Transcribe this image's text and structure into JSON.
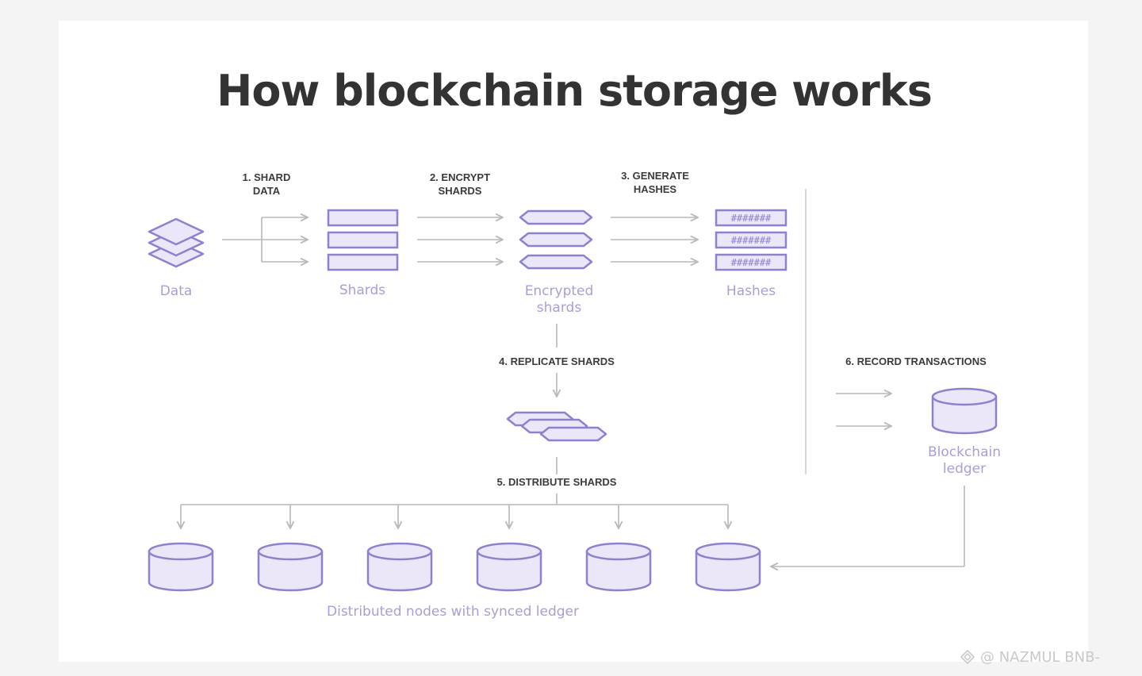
{
  "diagram": {
    "title": "How blockchain storage works",
    "steps": {
      "shard": [
        "1. SHARD",
        "DATA"
      ],
      "encrypt": [
        "2. ENCRYPT",
        "SHARDS"
      ],
      "hash": [
        "3. GENERATE",
        "HASHES"
      ],
      "replicate": "4. REPLICATE SHARDS",
      "distribute": "5. DISTRIBUTE SHARDS",
      "record": "6. RECORD TRANSACTIONS"
    },
    "labels": {
      "data": "Data",
      "shards": "Shards",
      "encrypted": [
        "Encrypted",
        "shards"
      ],
      "hashes": "Hashes",
      "ledger": [
        "Blockchain",
        "ledger"
      ],
      "nodes": "Distributed nodes with synced ledger"
    },
    "hash_text": "#######",
    "colors": {
      "accent": "#8f80d0",
      "fill": "#ebe7f8",
      "line": "#b8b8b8",
      "title": "#333333",
      "step": "#3b3b3b"
    }
  },
  "watermark": {
    "text": "@ NAZMUL BNB-"
  }
}
